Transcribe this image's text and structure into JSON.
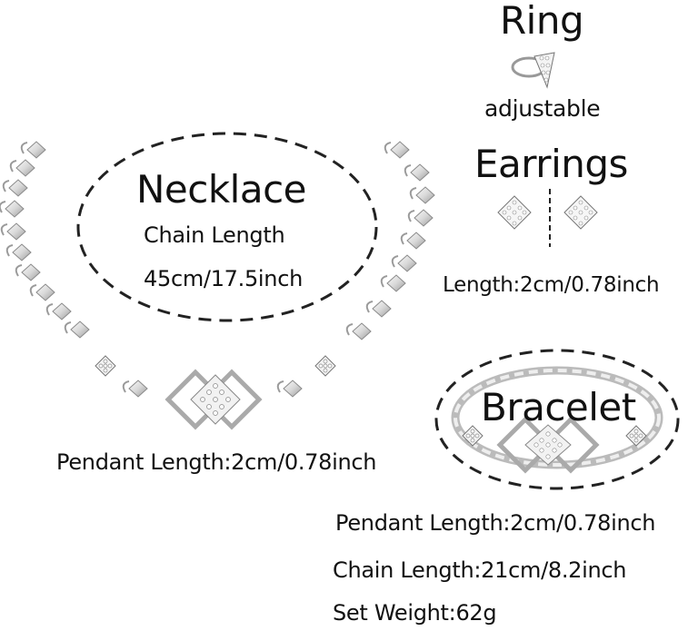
{
  "ring": {
    "title": "Ring",
    "note": "adjustable"
  },
  "necklace": {
    "title": "Necklace",
    "chain_label": "Chain Length",
    "chain_value": "45cm/17.5inch",
    "pendant_length": "Pendant Length:2cm/0.78inch"
  },
  "earrings": {
    "title": "Earrings",
    "length": "Length:2cm/0.78inch"
  },
  "bracelet": {
    "title": "Bracelet",
    "pendant_length": "Pendant Length:2cm/0.78inch",
    "chain_length": "Chain Length:21cm/8.2inch"
  },
  "set": {
    "weight": "Set Weight:62g"
  },
  "colors": {
    "text": "#111111",
    "dash": "#222222",
    "silver_light": "#eeeeee",
    "silver_mid": "#c8c8c8",
    "silver_dark": "#8a8a8a"
  }
}
